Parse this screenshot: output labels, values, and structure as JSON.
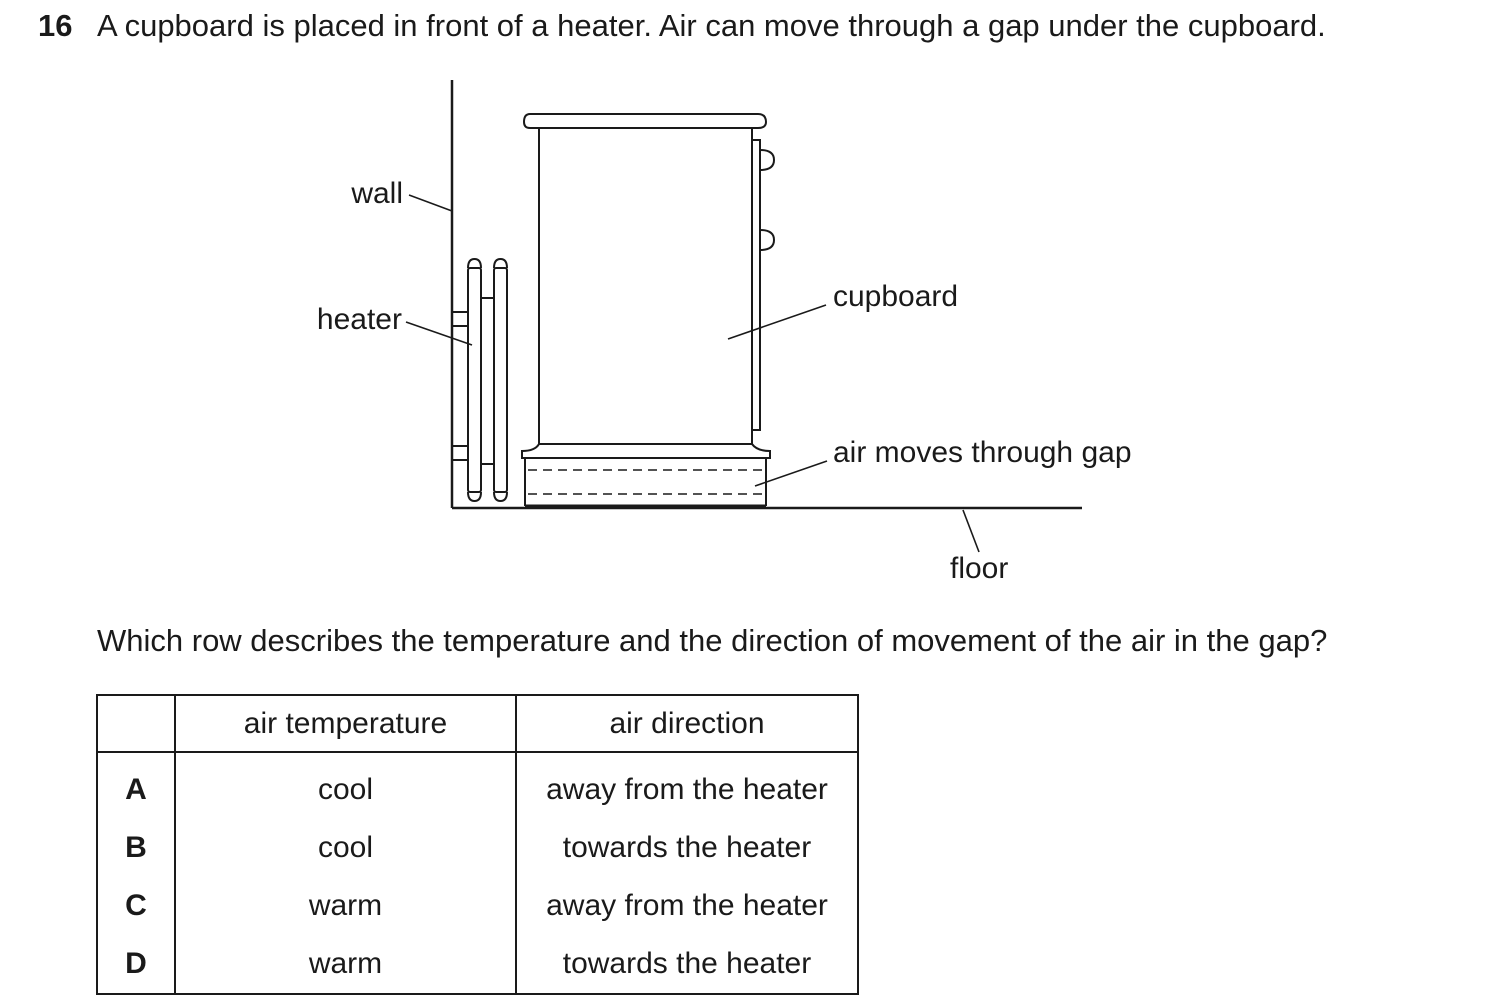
{
  "question": {
    "number": "16",
    "text": "A cupboard is placed in front of a heater. Air can move through a gap under the cupboard.",
    "prompt": "Which row describes the temperature and the direction of movement of the air in the gap?"
  },
  "diagram": {
    "labels": {
      "wall": "wall",
      "heater": "heater",
      "cupboard": "cupboard",
      "gap": "air moves through gap",
      "floor": "floor"
    }
  },
  "table": {
    "headers": [
      "",
      "air temperature",
      "air direction"
    ],
    "rows": [
      {
        "letter": "A",
        "temperature": "cool",
        "direction": "away from the heater"
      },
      {
        "letter": "B",
        "temperature": "cool",
        "direction": "towards the heater"
      },
      {
        "letter": "C",
        "temperature": "warm",
        "direction": "away from the heater"
      },
      {
        "letter": "D",
        "temperature": "warm",
        "direction": "towards the heater"
      }
    ]
  }
}
